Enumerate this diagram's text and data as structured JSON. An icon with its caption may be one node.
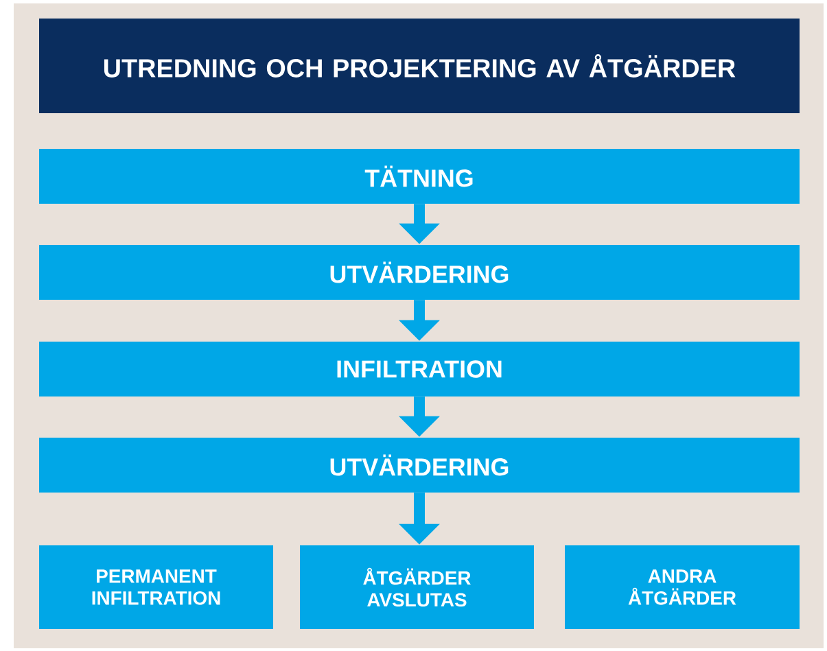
{
  "diagram": {
    "nodes": [
      {
        "text": [
          "UTREDNING OCH PROJEKTERING AV ÅTGÄRDER"
        ]
      },
      {
        "text": [
          "TÄTNING"
        ]
      },
      {
        "text": [
          "UTVÄRDERING"
        ]
      },
      {
        "text": [
          "INFILTRATION"
        ]
      },
      {
        "text": [
          "UTVÄRDERING"
        ]
      },
      {
        "text": [
          "PERMANENT INFILTRATION"
        ]
      },
      {
        "text": [
          "ÅTGÄRDER AVSLUTAS"
        ]
      },
      {
        "text": [
          "ANDRA ÅTGÄRDER"
        ]
      }
    ],
    "edges": [
      {
        "from": 1,
        "to": 2,
        "arrow": "to"
      },
      {
        "from": 2,
        "to": 3,
        "arrow": "to"
      },
      {
        "from": 3,
        "to": 4,
        "arrow": "to"
      },
      {
        "from": 4,
        "to": 6,
        "arrow": "to"
      }
    ]
  }
}
